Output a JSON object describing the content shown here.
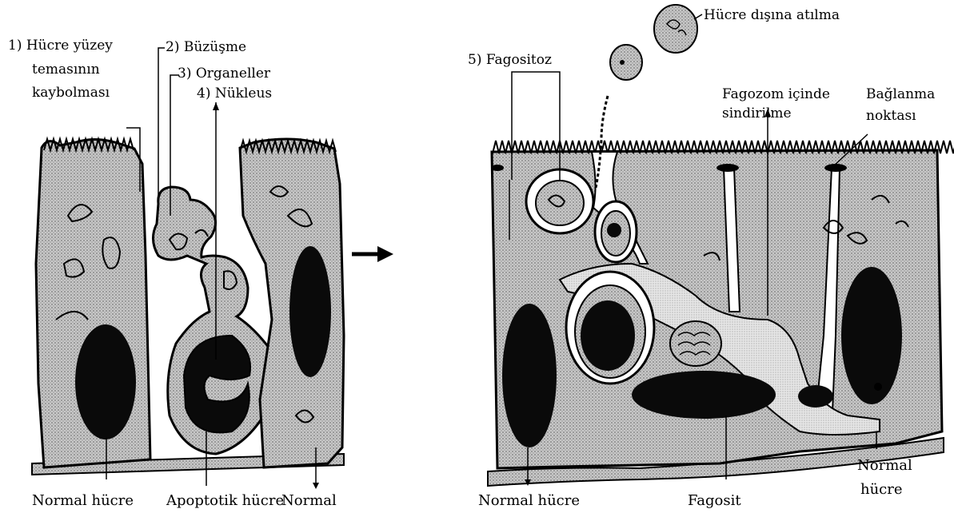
{
  "labels": {
    "l1_line1": "1)  Hücre yüzey",
    "l1_line2": "temasının",
    "l1_line3": "kaybolması",
    "l2": "2) Büzüşme",
    "l3": "3) Organeller",
    "l4": "4) Nükleus",
    "normal_left": "Normal hücre",
    "apoptotic": "Apoptotik hücre",
    "normal_mid": "Normal",
    "l5": "5) Fagositoz",
    "extrusion": "Hücre dışına atılma",
    "digest_line1": "Fagozom içinde",
    "digest_line2": "sindirilme",
    "attach_line1": "Bağlanma",
    "attach_line2": "noktası",
    "normal_right_bottom_1": "Normal",
    "normal_right_bottom_2": "hücre",
    "normal_right_left": "Normal hücre",
    "phagocyte": "Fagosit"
  },
  "colors": {
    "cell_fill": "#b4b4b4",
    "nucleus_fill": "#0a0a0a",
    "outline": "#000000"
  }
}
